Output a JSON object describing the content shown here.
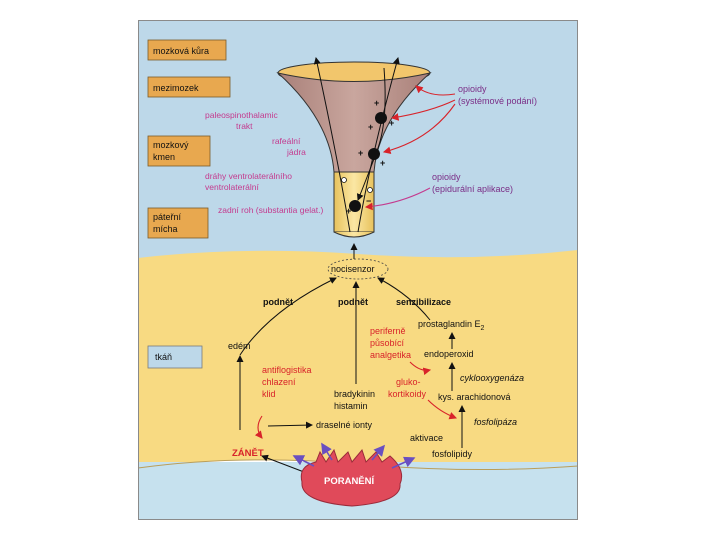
{
  "levels": {
    "cortex": "mozková kůra",
    "midbrain": "mezimozek",
    "brainstem": [
      "mozkový",
      "kmen"
    ],
    "spinal": [
      "páteřní",
      "mícha"
    ],
    "tissue": "tkáň"
  },
  "pathways": {
    "spinothalamic": [
      "paleospinothalamic",
      "trakt"
    ],
    "raphe": [
      "rafeální",
      "jádra"
    ],
    "dorsolateral": [
      "dráhy ventrolaterálního",
      "ventrolaterální"
    ],
    "dorsal_horn": "zadní roh (substantia gelat.)"
  },
  "opioids": {
    "systemic": [
      "opioidy",
      "(systémové podání)"
    ],
    "epidural": [
      "opioidy",
      "(epidurální aplikace)"
    ]
  },
  "periphery": {
    "nocisensor": "nocisenzor",
    "stimulus1": "podnět",
    "stimulus2": "podnět",
    "sensitization": "senzibilizace",
    "edema": "edém",
    "prostaglandin": "prostaglandin E",
    "prostaglandin_sub": "2",
    "endoperoxide": "endoperoxid",
    "cox": "cyklooxygenáza",
    "arachidonic": "kys. arachidonová",
    "phospholipase": "fosfolipáza",
    "activation": "aktivace",
    "phospholipids": "fosfolipidy",
    "bradykinin": [
      "bradykinin",
      "histamin"
    ],
    "potassium": "draselné ionty",
    "inflammation": "ZÁNĚT",
    "injury": "PORANĚNÍ"
  },
  "drugs": {
    "peripheral": [
      "periferně",
      "působící",
      "analgetika"
    ],
    "antiphlogistics": [
      "antiflogistika",
      "chlazení",
      "klid"
    ],
    "glucocorticoids": [
      "gluko-",
      "kortikoidy"
    ]
  },
  "colors": {
    "brain_bg": "#bdd8e9",
    "tissue_bg": "#f8da82",
    "funnel": "#b48e88",
    "funnel_top": "#f2c66c",
    "label_box": "#e8a84f",
    "accent_red": "#d8232a",
    "accent_pink": "#c43a8e",
    "purple": "#7a2d86",
    "injury": "#e04a5a"
  }
}
